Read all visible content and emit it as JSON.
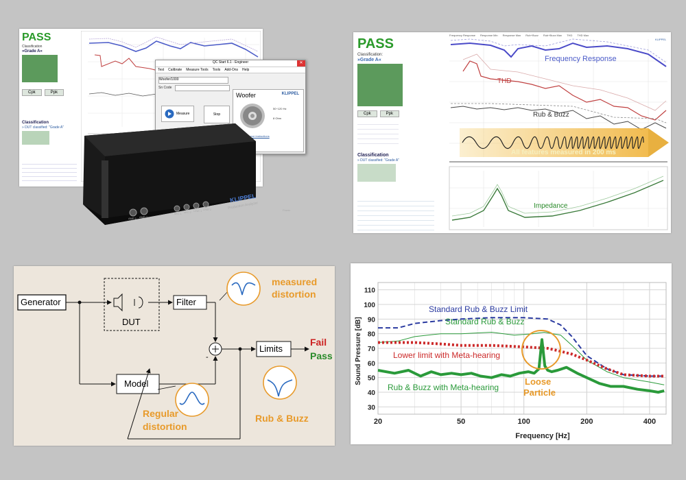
{
  "colors": {
    "pass_green": "#2a9a2a",
    "fail_red": "#cc2222",
    "orange": "#e89a2a",
    "blue_curve": "#2a3aa0",
    "red_curve": "#c04040",
    "green_curve": "#2a9a3a",
    "diagram_bg": "#ede6dc"
  },
  "top_left": {
    "pass_text": "PASS",
    "classification_label": "Classification",
    "grade": "»Grade A«",
    "buttons": [
      "Cpk",
      "Ppk"
    ],
    "classification_section": "Classification",
    "class_line": "» DUT classified: \"Grade A\"",
    "dialog": {
      "title": "QC Start 6.1 - Engineer",
      "close": "✕",
      "menu": [
        "Test",
        "Calibrate",
        "Measure Tools",
        "Tools",
        "Add-Ons",
        "Help"
      ],
      "test_field": "Woofer/1000",
      "sn_label": "Sn Code",
      "measure_label": "Measure",
      "stop_label": "Stop",
      "woofer_title": "Woofer",
      "brand": "KLIPPEL",
      "spec_fs": "50~120 Hz",
      "spec_z": "8 Ohm",
      "link": "Device balance instructions"
    },
    "hardware": {
      "brand": "KLIPPEL",
      "subtitle": "Production Analyzer",
      "port_labels": [
        "AMP 1",
        "AMP 2",
        "MIC 1",
        "MIC 2",
        "LINE 1",
        "LINE 2",
        "Power"
      ]
    }
  },
  "top_right": {
    "pass_text": "PASS",
    "classification_label": "Classification:",
    "grade": "»Grade A«",
    "buttons": [
      "Cpk",
      "Ppk"
    ],
    "classification_section": "Classification",
    "class_line": "» DUT classified: \"Grade A\"",
    "curve_labels": {
      "freq_response": "Frequency Response",
      "thd": "THD",
      "rub_buzz": "Rub & Buzz",
      "features": "All features measured in 200 ms",
      "impedance": "Impedance"
    },
    "legend": [
      "Frequency Response",
      "Response Min",
      "Response Max",
      "Rub+Buzz",
      "Rub+Buzz Max",
      "THD",
      "THD Max"
    ],
    "brand": "KLIPPEL"
  },
  "bottom_left": {
    "generator": "Generator",
    "dut": "DUT",
    "filter": "Filter",
    "model": "Model",
    "limits": "Limits",
    "fail": "Fail",
    "pass": "Pass",
    "measured_distortion": [
      "measured",
      "distortion"
    ],
    "regular_distortion": [
      "Regular",
      "distortion"
    ],
    "rub_buzz": "Rub & Buzz",
    "plus": "+",
    "minus": "-"
  },
  "chart_data": {
    "type": "line",
    "ylabel": "Sound Pressure [dB]",
    "xlabel": "Frequency [Hz]",
    "xscale": "log",
    "xlim": [
      20,
      480
    ],
    "ylim": [
      25,
      115
    ],
    "xticks": [
      20,
      50,
      100,
      200,
      400
    ],
    "yticks": [
      30,
      40,
      50,
      60,
      70,
      80,
      90,
      100,
      110
    ],
    "grid": true,
    "series": [
      {
        "name": "Standard Rub & Buzz Limit",
        "color": "#2a3aa0",
        "style": "dashed",
        "x": [
          20,
          25,
          30,
          40,
          50,
          70,
          100,
          130,
          150,
          170,
          200,
          250,
          300,
          400,
          470
        ],
        "y": [
          84,
          84,
          87,
          89,
          90,
          91,
          91,
          90,
          86,
          78,
          65,
          56,
          52,
          51,
          51
        ]
      },
      {
        "name": "Standard Rub & Buzz",
        "color": "#2a9a3a",
        "style": "thin",
        "x": [
          20,
          25,
          30,
          40,
          50,
          70,
          90,
          110,
          125,
          150,
          170,
          200,
          250,
          300,
          400,
          470
        ],
        "y": [
          74,
          75,
          78,
          80,
          80,
          81,
          79,
          80,
          81,
          79,
          72,
          62,
          54,
          50,
          47,
          45
        ]
      },
      {
        "name": "Lower limit with Meta-hearing",
        "color": "#cc2a2a",
        "style": "dotted",
        "x": [
          20,
          30,
          40,
          50,
          70,
          100,
          130,
          150,
          170,
          200,
          250,
          300,
          400,
          470
        ],
        "y": [
          74,
          74,
          73,
          72,
          72,
          71,
          70,
          68,
          66,
          62,
          56,
          52,
          51,
          51
        ]
      },
      {
        "name": "Rub & Buzz with Meta-hearing",
        "color": "#2a9a3a",
        "style": "thick",
        "x": [
          20,
          24,
          28,
          32,
          36,
          40,
          45,
          50,
          56,
          62,
          70,
          78,
          86,
          95,
          105,
          112,
          118,
          122,
          126,
          130,
          136,
          145,
          160,
          180,
          200,
          230,
          260,
          300,
          350,
          400,
          440,
          470
        ],
        "y": [
          55,
          53,
          55,
          51,
          54,
          52,
          53,
          52,
          53,
          51,
          50,
          52,
          51,
          53,
          54,
          53,
          56,
          76,
          58,
          55,
          54,
          55,
          57,
          53,
          50,
          46,
          44,
          44,
          42,
          41,
          40,
          41
        ]
      }
    ],
    "annotations": [
      {
        "text": "Standard Rub & Buzz Limit",
        "color": "#2a3aa0"
      },
      {
        "text": "Standard Rub & Buzz",
        "color": "#2a9a3a"
      },
      {
        "text": "Lower limit with Meta-hearing",
        "color": "#cc2a2a"
      },
      {
        "text": "Rub & Buzz with Meta-hearing",
        "color": "#2a9a3a"
      },
      {
        "text": "Loose",
        "color": "#e89a2a"
      },
      {
        "text": "Particle",
        "color": "#e89a2a"
      }
    ]
  }
}
